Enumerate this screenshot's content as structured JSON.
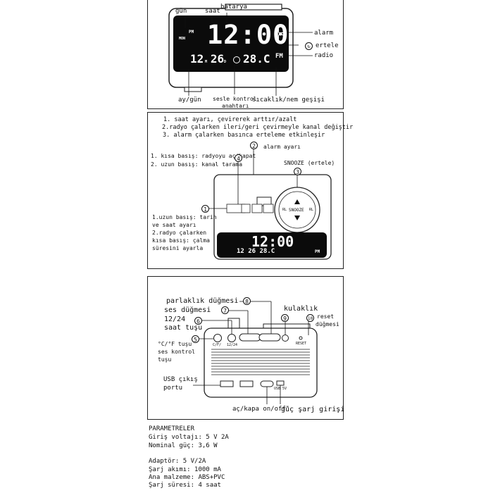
{
  "panel1": {
    "label_gun": "gün",
    "label_saat": "saat",
    "label_batarya": "batarya",
    "label_alarm": "alarm",
    "label_ertele": "ertele",
    "label_radio": "radio",
    "label_aygun": "ay/gün",
    "label_sesle_1": "sesle kontrol",
    "label_sesle_2": "anahtarı",
    "label_sicaklik": "sıcaklık/nem geşişi",
    "display_pm": "PM",
    "display_mon": "MON",
    "display_time": "12:00",
    "display_date": "12 26",
    "display_m": "M",
    "display_d": "D",
    "display_temp": "28.C",
    "display_fm": "FM"
  },
  "panel2": {
    "line1": "1. saat ayarı, çevirerek arttır/azalt",
    "line2": "2.radyo çalarken ileri/geri çevirmeyle kanal değiştir",
    "line3": "3. alarm çalarken basınca erteleme etkinleşir",
    "left_top_1": "1. kısa basış: radyoyu aç/kapat",
    "left_top_2": "2. uzun basış: kanal tarama",
    "left_bottom_1": "1.uzun basış: tarih",
    "left_bottom_2": "ve saat ayarı",
    "left_bottom_3": "2.radyo çalarken",
    "left_bottom_4": "kısa basış: çalma",
    "left_bottom_5": "süresini ayarla",
    "alarm_ayari": "alarm ayarı",
    "snooze_label": "SNOOZE (ertele)",
    "snooze_btn": "SNOOZE",
    "rl_left": "RL",
    "rl_right": "RL",
    "num1": "1",
    "num2": "2",
    "num3": "3",
    "num4": "4",
    "display_time": "12:00",
    "display_sub": "12 26   28.C",
    "display_pm": "PM"
  },
  "panel3": {
    "parlaklik": "parlaklık düğmesi",
    "ses_dugmesi": "ses düğmesi",
    "saat_tusu_1": "12/24",
    "saat_tusu_2": "saat tuşu",
    "cf_1": "°C/°F tuşu",
    "cf_2": "ses kontrol",
    "cf_3": "tuşu",
    "usb_1": "USB çıkış",
    "usb_2": "portu",
    "kulaklik": "kulaklık",
    "reset_1": "reset",
    "reset_2": "düğmesi",
    "acikapa": "aç/kapa on/off'",
    "guc": "güç şarj girişi",
    "btn_cf": "C/F/",
    "btn_1224": "12/24",
    "btn_reset": "RESET",
    "btn_usb": "USB 5V",
    "num5": "5",
    "num6": "6",
    "num7": "7",
    "num8": "8",
    "num9": "9",
    "num10": "10"
  },
  "params": {
    "title": "PARAMETRELER",
    "l1": "Giriş voltajı: 5 V 2A",
    "l2": "Nominal güç: 3,6 W",
    "l3": "Adaptör: 5 V/2A",
    "l4": "Şarj akımı: 1000 mA",
    "l5": "Ana malzeme: ABS+PVC",
    "l6": "Şarj süresi: 4 saat"
  }
}
